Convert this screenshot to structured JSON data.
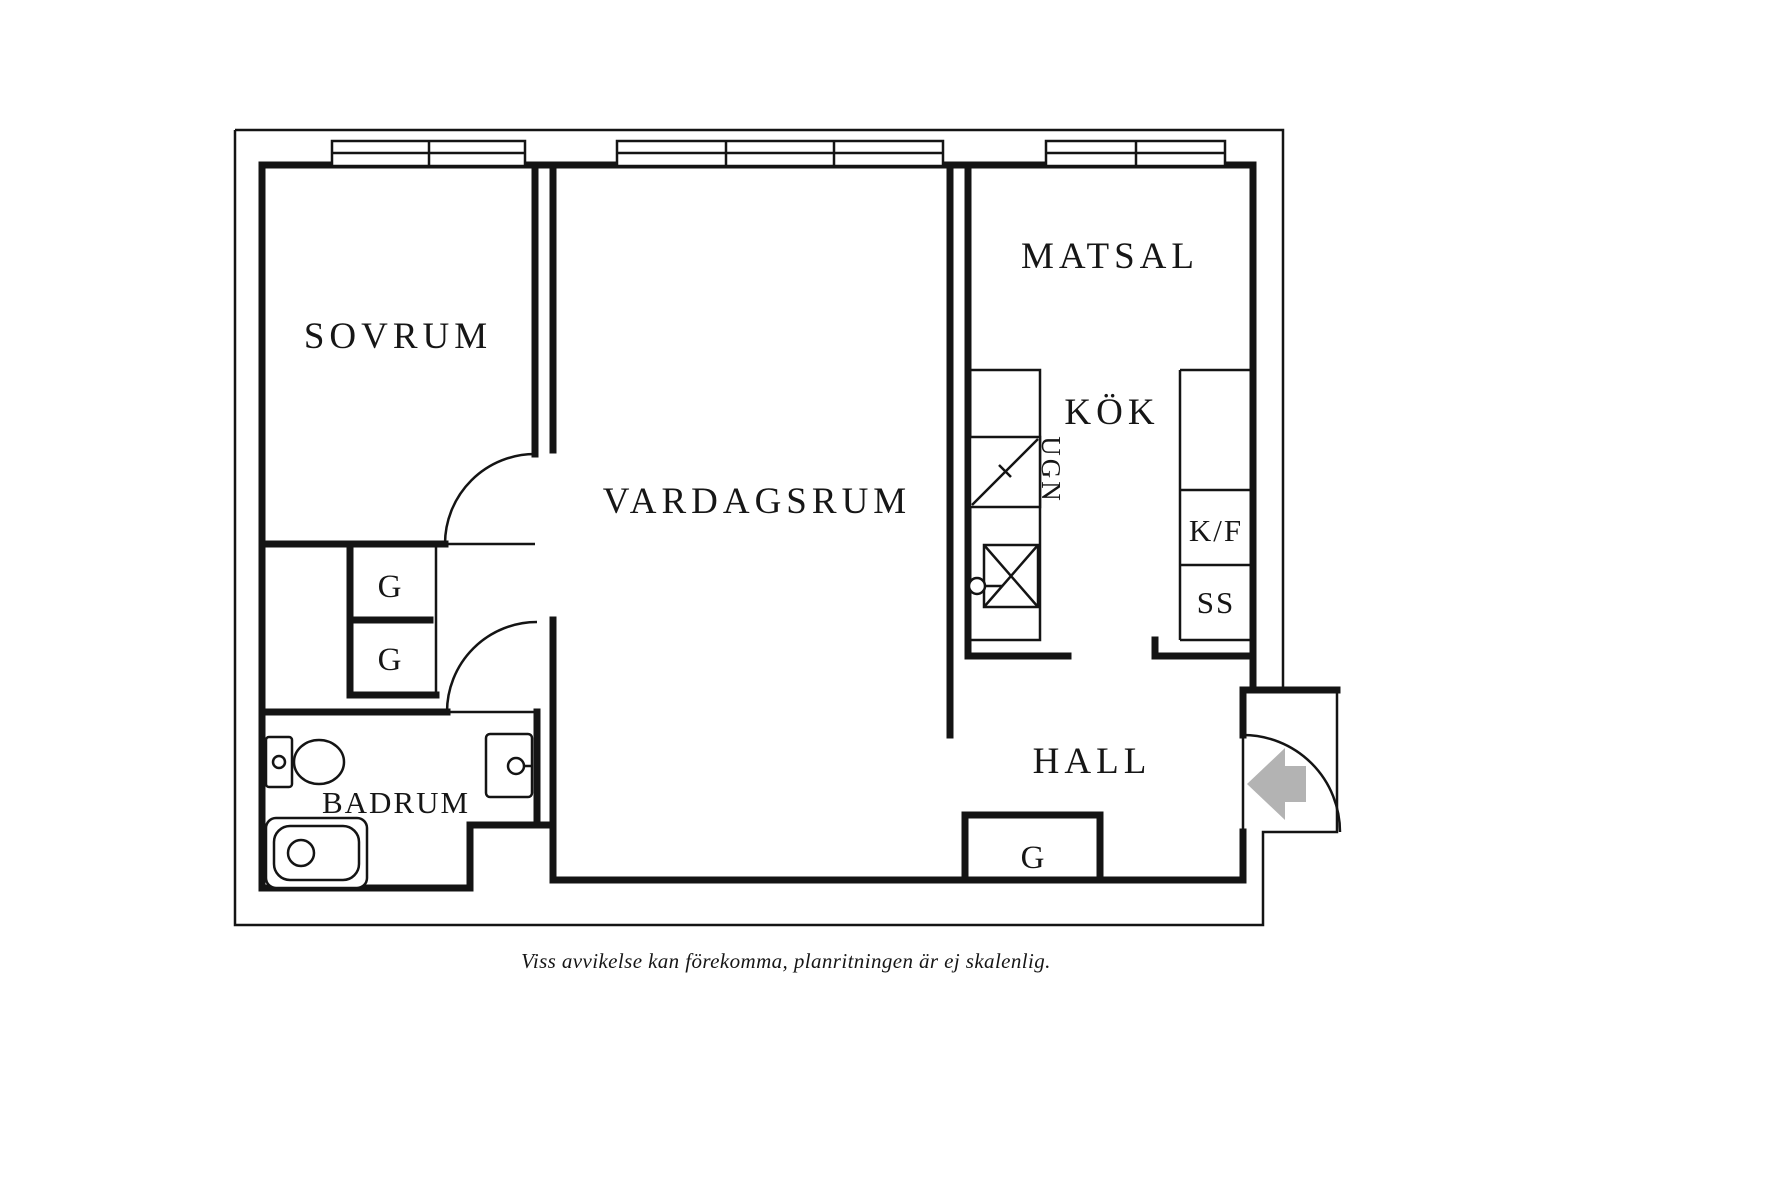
{
  "plan": {
    "labels": {
      "sovrum": "SOVRUM",
      "vardagsrum": "VARDAGSRUM",
      "matsal": "MATSAL",
      "kok": "KÖK",
      "hall": "HALL",
      "badrum": "BADRUM",
      "ugn": "UGN",
      "kf": "K/F",
      "ss": "SS",
      "garderob_1": "G",
      "garderob_2": "G",
      "garderob_hall": "G"
    },
    "caption": "Viss avvikelse kan förekomma, planritningen är ej skalenlig.",
    "colors": {
      "wall": "#141414",
      "background": "#ffffff",
      "entry_arrow": "#b3b3b3"
    }
  }
}
